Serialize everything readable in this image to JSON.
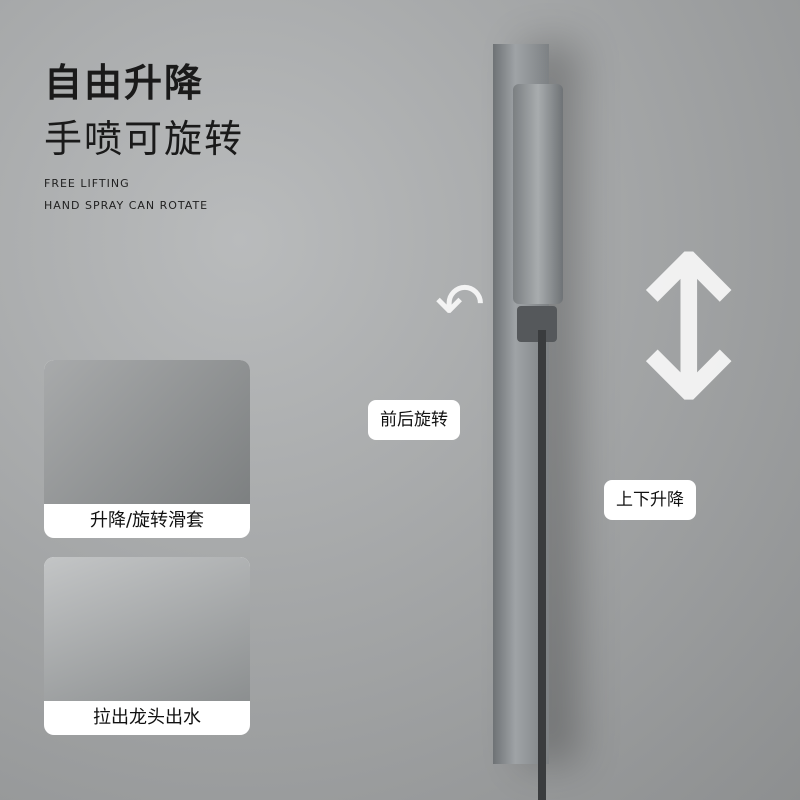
{
  "heading": {
    "line1": "自由升降",
    "line2": "手喷可旋转"
  },
  "subheading": {
    "line1": "FREE LIFTING",
    "line2": "HAND SPRAY CAN ROTATE"
  },
  "cards": [
    {
      "caption": "升降/旋转滑套"
    },
    {
      "caption": "拉出龙头出水"
    }
  ],
  "tags": {
    "rotate": "前后旋转",
    "lift": "上下升降"
  }
}
